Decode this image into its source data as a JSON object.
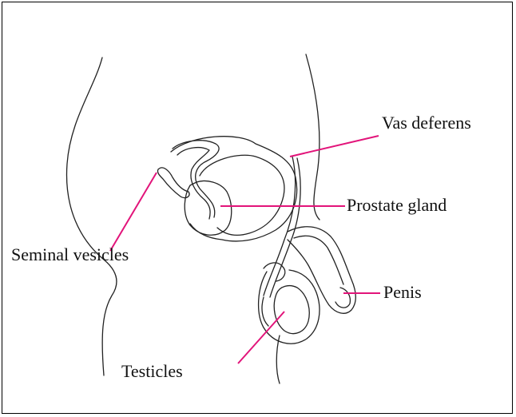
{
  "diagram": {
    "labels": {
      "vas_deferens": "Vas deferens",
      "prostate_gland": "Prostate gland",
      "seminal_vesicles": "Seminal vesicles",
      "penis": "Penis",
      "testicles": "Testicles"
    },
    "colors": {
      "leader_line": "#e2147a",
      "outline": "#222222",
      "border": "#000000"
    }
  }
}
